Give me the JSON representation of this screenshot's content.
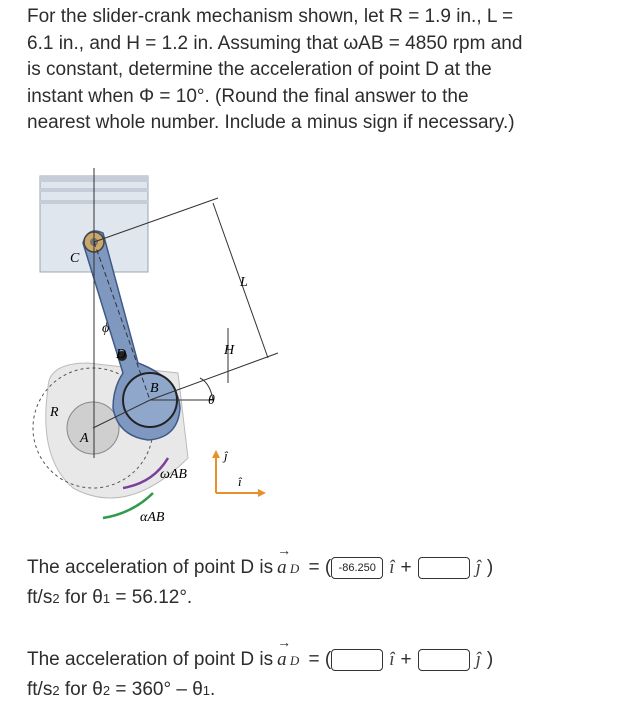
{
  "problem": {
    "line1": "For the slider-crank mechanism shown, let R = 1.9 in., L =",
    "line2": "6.1 in., and H = 1.2 in. Assuming that ωAB = 4850 rpm and",
    "line3": "is constant, determine the acceleration of point D at the",
    "line4": "instant when Φ = 10°. (Round the final answer to the",
    "line5": "nearest whole number. Include a minus sign if necessary.)"
  },
  "figure": {
    "label_C": "C",
    "label_D": "D",
    "label_B": "B",
    "label_A": "A",
    "label_R": "R",
    "label_L": "L",
    "label_H": "H",
    "label_theta": "θ",
    "label_phi": "ϕ",
    "label_omega": "ωAB",
    "label_alpha": "αAB",
    "label_i": "î",
    "label_j": "ĵ"
  },
  "answer1": {
    "prefix": "The acceleration of point D is",
    "vector": "a D",
    "i_value": "-86.250",
    "j_value": "",
    "units": "ft/s2 for θ1 = 56.12°."
  },
  "answer2": {
    "prefix": "The acceleration of point D is",
    "vector": "a D",
    "i_value": "",
    "j_value": "",
    "units": "ft/s2 for θ2 = 360° – θ1."
  }
}
